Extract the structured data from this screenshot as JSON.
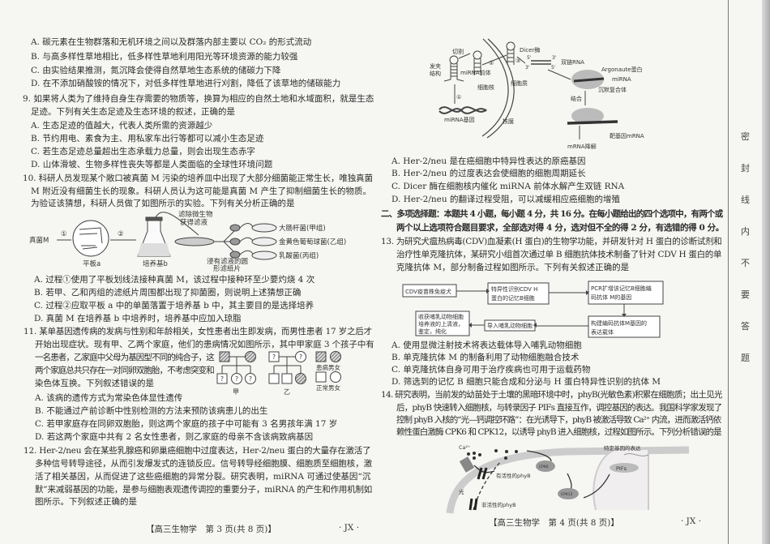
{
  "left": {
    "q8_options": [
      "A. 碳元素在生物群落和无机环境之间以及群落内部主要以 CO₂ 的形式流动",
      "B. 与高多样性草地相比，低多样性草地利用阳光等环境资源的能力较强",
      "C. 由实验结果推测，氮沉降会使得自然草地生态系统的储碳力下降",
      "D. 在不添加硝酸铵的情况下，对低多样性草地进行刈割，降低了该草地的储碳能力"
    ],
    "q9": {
      "stem": [
        "9. 如果将人类为了维持自身生存需要的物质等，换算为相应的自然土地和水域面积，就是生态",
        "足迹。下列有关生态足迹及生态环境的叙述，正确的是"
      ],
      "options": [
        "A. 生态足迹的值越大，代表人类所需的资源越少",
        "B. 节约用电、素食为主、用私家车出行等都可以减小生态足迹",
        "C. 若生态足迹总量超出生态承载力总量，则会出现生态赤字",
        "D. 山体滑坡、生物多样性丧失等都是人类面临的全球性环境问题"
      ]
    },
    "q10": {
      "stem": [
        "10. 科研人员发现某个敞口被真菌 M 污染的培养皿中出现了大部分细菌能正常生长，唯独真菌",
        "M 附近没有细菌生长的现象。科研人员认为这可能是真菌 M 产生了抑制细菌生长的物质。",
        "为验证该猜想，科研人员做了如图所示的实验。下列有关分析正确的是"
      ],
      "diagram": {
        "fungus": "真菌M",
        "step1": "①",
        "step2": "②",
        "plate": "平板a",
        "medium": "培养基b",
        "filter_label_1": "滤除微生物",
        "filter_label_2": "获得滤液",
        "paper_label_1": "浸有滤液的圆",
        "paper_label_2": "形滤纸片",
        "group_a": "大肠杆菌(甲组)",
        "group_b": "金黄色葡萄球菌(乙组)",
        "group_c": "乳酸菌(丙组)"
      },
      "options": [
        "A. 过程①使用了平板划线法接种真菌 M，该过程中接种环至少要灼烧 4 次",
        "B. 若甲、乙和丙组的滤纸片周围都出现了抑菌圈，则说明上述猜想正确",
        "C. 过程②应取平板 a 中的单菌落置于培养基 b 中，其主要目的是选择培养",
        "D. 真菌 M 在培养基 b 中培养时，培养基中应加入琼脂"
      ]
    },
    "q11": {
      "stem": [
        "11. 某单基因遗传病的发病与性别和年龄相关，女性患者出生即发病，而男性患者 17 岁之后才",
        "开始出现症状。现有甲、乙两个家庭，他们的患病情况如图所示，其中甲家庭 3 个孩子中有",
        "一名患者，乙家庭中父母为基因型不同的纯合子，这",
        "两个家庭总共只存在一对同卵双胞胎，不考虑突变和",
        "染色体互换。下列叙述错误的是"
      ],
      "pedigree": {
        "family_a": "甲",
        "family_b": "乙",
        "unknown": "?",
        "legend_affected": "患病男女",
        "legend_normal": "正常男女"
      },
      "options": [
        "A. 该病的遗传方式为常染色体显性遗传",
        "B. 不能通过产前诊断中性别检测的方法来预防该病患儿的出生",
        "C. 若甲家庭存在同卵双胞胎，则这两个家庭的孩子中可能有 3 名男孩年满 17 岁",
        "D. 若这两个家庭中共有 2 名女性患者，则乙家庭的母亲不含该病致病基因"
      ]
    },
    "q12": {
      "stem": [
        "12. Her-2/neu 会在某些乳腺癌和卵巢癌细胞中过度表达，Her-2/neu 蛋白的大量存在激活了",
        "多种信号转导途径，从而引发爆发式的连锁反应。信号转导经细胞膜、细胞质至细胞核，激",
        "活了相关基因，从而促进了这些癌细胞的异常分裂。研究表明，miRNA 可通过使基因“沉",
        "默”来减弱基因的功能，是参与细胞表观遗传调控的重要分子，miRNA 的产生和作用机制如",
        "图所示。下列叙述正确的是"
      ]
    },
    "footer": {
      "page": "【高三生物学　第 3 页(共 8 页)】",
      "code": "· JX ·"
    }
  },
  "right": {
    "mirna_diagram": {
      "hairpin": "发夹",
      "structure": "结构",
      "cut": "切割",
      "precursor": "miRNA前体",
      "step1": "①",
      "step2": "②",
      "step3": "③",
      "dicer": "Dicer酶",
      "p5a": "5'",
      "p3a": "3'",
      "p3b": "3'",
      "p5b": "5'",
      "dsrna": "双链RNA",
      "argonaute": "Argonaute蛋白",
      "mirna": "miRNA",
      "silencing": "沉默复合体",
      "bind": "结合",
      "nucleus": "细胞核",
      "cytoplasm": "细胞质",
      "membrane": "核膜",
      "gene": "miRNA基因",
      "target": "靶基因mRNA",
      "degrade": "mRNA降解"
    },
    "q12_options": [
      "A. Her-2/neu 是在癌细胞中特异性表达的原癌基因",
      "B. Her-2/neu 的过度表达会使细胞的细胞周期延长",
      "C. Dicer 酶在细胞核内催化 miRNA 前体水解产生双链 RNA",
      "D. Her-2/neu 的翻译过程受阻，可以减缓相应癌细胞的增殖"
    ],
    "section2": [
      "二、多项选择题：本题共 4 小题，每小题 4 分，共 16 分。在每小题给出的四个选项中，有两个或",
      "两个以上选项符合题目要求，全部选对得 4 分，选对但不全的得 2 分，有选错的得 0 分。"
    ],
    "q13": {
      "stem": [
        "13. 为研究犬瘟热病毒(CDV)血凝素(H 蛋白)的生物学功能，并研发针对 H 蛋白的诊断试剂和",
        "治疗性单克隆抗体，某研究小组首次通过单 B 细胞抗体技术制备了针对 CDV H 蛋白的单",
        "克隆抗体 M，部分制备过程如图所示。下列有关叙述正确的是"
      ],
      "flow": {
        "box1": "CDV疫苗株免疫犬",
        "box2_1": "特异性识别CDV H",
        "box2_2": "蛋白的记忆B细胞",
        "box3_1": "PCR扩增该记忆B细胞编",
        "box3_2": "码抗体 M的基因",
        "box4_1": "构建编码抗体M基因的",
        "box4_2": "表达载体",
        "box5": "导入哺乳动物细胞",
        "box6_1": "收获哺乳动物细胞",
        "box6_2": "培养液的上清液，",
        "box6_3": "鉴定，纯化"
      },
      "options": [
        "A. 使用显微注射技术将表达载体导入哺乳动物细胞",
        "B. 单克隆抗体 M 的制备利用了动物细胞融合技术",
        "C. 单克隆抗体自身可用于治疗疾病也可用于运载药物",
        "D. 筛选到的记忆 B 细胞只能合成和分泌与 H 蛋白特异性识别的抗体 M"
      ]
    },
    "q14": {
      "stem": [
        "14. 研究表明，当前发的幼苗处于土壤的黑暗环境中时，phyB(光敏色素)积累在细胞质；出土见光",
        "后，phyB 快速转入细胞核，与转录因子 PIFs 直接互作，调控基因的表达。我国科学家发现了",
        "控制 phyB 入核的“光—钙调控环路”：在光诱导下，phyB 被激活导致 Ca²⁺ 内流，进而激活钙依",
        "赖性蛋白激酶 CPK6 和 CPK12，以诱导 phyB 进入细胞核，过程如图所示。下列分析错误的是"
      ],
      "diagram": {
        "ca": "Ca²⁺",
        "active": "有活性的phyB",
        "inactive": "非活性的phyB",
        "light": "光",
        "cpk6": "CPK6",
        "cpk12": "CPK12",
        "gene_expr": "特定基因的表达",
        "pifs": "PIFs"
      }
    },
    "footer": {
      "page": "【高三生物学　第 4 页(共 8 页)】",
      "code": "· JX ·"
    }
  },
  "side_text": [
    "密",
    "封",
    "线",
    "内",
    "不",
    "要",
    "答",
    "题"
  ]
}
